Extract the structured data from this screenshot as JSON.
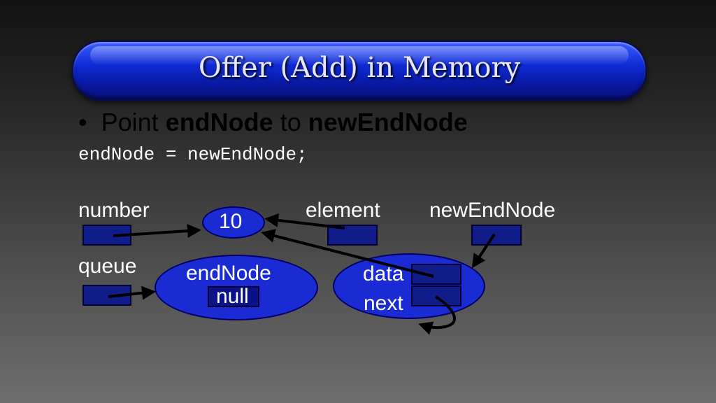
{
  "slide": {
    "title": "Offer (Add) in Memory",
    "bullet": {
      "marker": "•",
      "prefix": "Point ",
      "bold1": "endNode",
      "middle": " to ",
      "bold2": "newEndNode"
    },
    "code": "endNode = newEndNode;"
  },
  "diagram": {
    "labels": {
      "number": "number",
      "queue": "queue",
      "element": "element",
      "newEndNode": "newEndNode"
    },
    "value_node": "10",
    "queue_node": {
      "field": "endNode",
      "value": "null"
    },
    "new_node": {
      "data_label": "data",
      "next_label": "next"
    }
  },
  "colors": {
    "title_bar": "#0f2bd6",
    "node_fill": "#1a2bd4",
    "box_fill": "#101c8a"
  }
}
